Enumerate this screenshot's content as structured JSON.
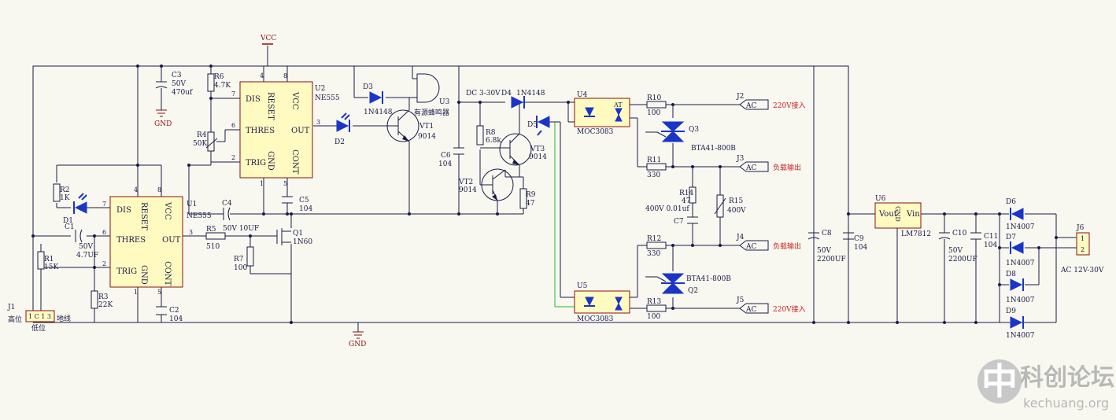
{
  "schematic": {
    "power": {
      "vcc": "VCC",
      "gnd": "GND"
    },
    "chips": {
      "u1": {
        "ref": "U1",
        "part": "NE555",
        "pins": [
          "DIS",
          "THRES",
          "TRIG",
          "RESET",
          "VCC",
          "GND",
          "CONT",
          "OUT"
        ]
      },
      "u2": {
        "ref": "U2",
        "part": "NE555",
        "pins": [
          "DIS",
          "THRES",
          "TRIG",
          "RESET",
          "VCC",
          "GND",
          "CONT",
          "OUT"
        ]
      },
      "u4": {
        "ref": "U4",
        "part": "MOC3083"
      },
      "u5": {
        "ref": "U5",
        "part": "MOC3083"
      },
      "u6": {
        "ref": "U6",
        "part": "LM7812",
        "vout": "Vout",
        "vin": "Vin",
        "gnd": "GND"
      }
    },
    "components": {
      "r1": {
        "ref": "R1",
        "value": "15K"
      },
      "r2": {
        "ref": "R2",
        "value": "1K"
      },
      "r3": {
        "ref": "R3",
        "value": "22K"
      },
      "r4": {
        "ref": "R4",
        "value": "50K"
      },
      "r5": {
        "ref": "R5",
        "value": "510"
      },
      "r6": {
        "ref": "R6",
        "value": "4.7K"
      },
      "r7": {
        "ref": "R7",
        "value": "100"
      },
      "r8": {
        "ref": "R8",
        "value": "6.8k"
      },
      "r9": {
        "ref": "R9",
        "value": "47"
      },
      "r10": {
        "ref": "R10",
        "value": "100"
      },
      "r11": {
        "ref": "R11",
        "value": "330"
      },
      "r12": {
        "ref": "R12",
        "value": "330"
      },
      "r13": {
        "ref": "R13",
        "value": "100"
      },
      "r14": {
        "ref": "R14",
        "value": "47"
      },
      "r15": {
        "ref": "R15",
        "value": "400V"
      },
      "c1": {
        "ref": "C1",
        "v": "50V",
        "value": "4.7UF"
      },
      "c2": {
        "ref": "C2",
        "value": "104"
      },
      "c3": {
        "ref": "C3",
        "v": "50V",
        "value": "470uf"
      },
      "c4": {
        "ref": "C4",
        "value": "50V  10UF"
      },
      "c5": {
        "ref": "C5",
        "value": "104"
      },
      "c6": {
        "ref": "C6",
        "value": "104"
      },
      "c7": {
        "ref": "C7",
        "value": "400V 0.01uf"
      },
      "c8": {
        "ref": "C8",
        "v": "50V",
        "value": "2200UF"
      },
      "c9": {
        "ref": "C9",
        "value": "104"
      },
      "c10": {
        "ref": "C10",
        "v": "50V",
        "value": "2200UF"
      },
      "c11": {
        "ref": "C11",
        "value": "104"
      },
      "d1": {
        "ref": "D1"
      },
      "d2": {
        "ref": "D2"
      },
      "d3": {
        "ref": "D3",
        "value": "1N4148"
      },
      "d4": {
        "ref": "D4",
        "value": "1N4148",
        "note": "DC 3-30V"
      },
      "d5": {
        "ref": "D5"
      },
      "d6": {
        "ref": "D6",
        "value": "1N4007"
      },
      "d7": {
        "ref": "D7",
        "value": "1N4007"
      },
      "d8": {
        "ref": "D8",
        "value": "1N4007"
      },
      "d9": {
        "ref": "D9",
        "value": "1N4007"
      },
      "q1": {
        "ref": "Q1",
        "value": "1N60"
      },
      "q2": {
        "ref": "Q2",
        "value": "BTA41-800B"
      },
      "q3": {
        "ref": "Q3",
        "value": "BTA41-800B"
      },
      "vt1": {
        "ref": "VT1",
        "value": "9014"
      },
      "vt2": {
        "ref": "VT2",
        "value": "9014"
      },
      "vt3": {
        "ref": "VT3",
        "value": "9014"
      },
      "u3": {
        "ref": "U3",
        "value": "有源蜂鸣器"
      }
    },
    "connectors": {
      "j1": {
        "ref": "J1",
        "left": "高位",
        "bottom": "低位",
        "right": "地线",
        "pins": "1  C  1  3"
      },
      "j2": {
        "ref": "J2",
        "tag": "AC",
        "note": "220V接入"
      },
      "j3": {
        "ref": "J3",
        "tag": "AC",
        "note": "负载输出"
      },
      "j4": {
        "ref": "J4",
        "tag": "AC",
        "note": "负载输出"
      },
      "j5": {
        "ref": "J5",
        "tag": "AC",
        "note": "220V接入"
      },
      "j6": {
        "ref": "J6",
        "pin1": "1",
        "pin2": "2",
        "note": "AC 12V-30V"
      }
    },
    "watermark": {
      "brand": "科创论坛",
      "url": "kechuang.org",
      "seal": "中"
    }
  }
}
